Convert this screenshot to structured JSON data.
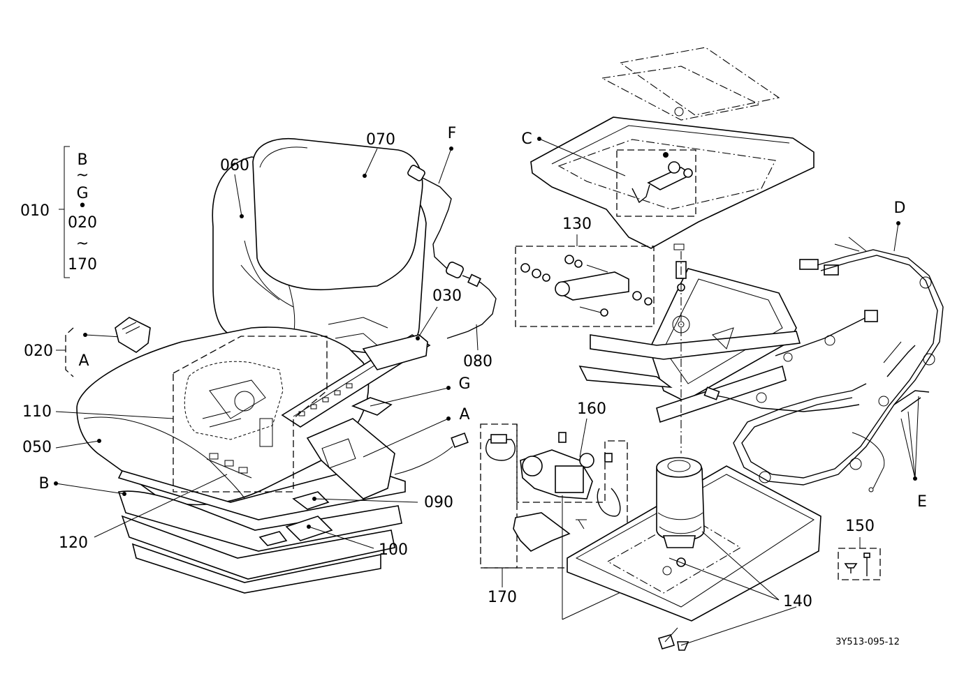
{
  "labels": {
    "l010": "010",
    "l020": "020",
    "l030": "030",
    "l050": "050",
    "l060": "060",
    "l070": "070",
    "l080": "080",
    "l090": "090",
    "l100": "100",
    "l110": "110",
    "l120": "120",
    "l130": "130",
    "l140": "140",
    "l150": "150",
    "l160": "160",
    "l170": "170",
    "A1": "A",
    "A2": "A",
    "B1": "B",
    "B2": "B",
    "C": "C",
    "D": "D",
    "E": "E",
    "F": "F",
    "G1": "G",
    "G2": "G"
  },
  "range_010": {
    "from_letter": "B",
    "tilde1": "~",
    "to_letter": "G",
    "sep": "•",
    "from_num": "020",
    "tilde2": "~",
    "to_num": "170"
  },
  "code": "3Y513-095-12"
}
